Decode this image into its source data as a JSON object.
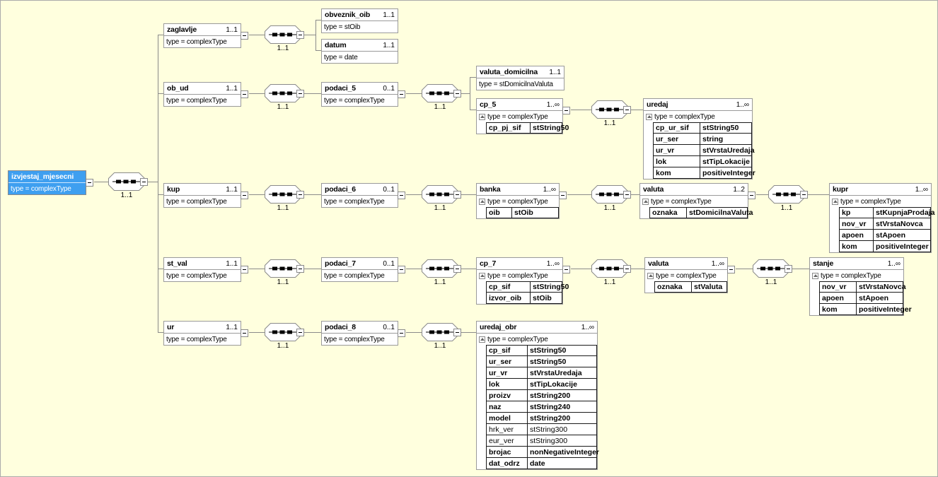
{
  "colors": {
    "background": "#FFFFDE",
    "selection_fill": "#3E9FF0",
    "box_border": "#9A9A9A",
    "table_border": "#1A1A1A",
    "connector_line": "#8A8A8A"
  },
  "nodes": {
    "root": {
      "name": "izvjestaj_mjesecni",
      "card": "",
      "type": "type = complexType",
      "selected": "true"
    },
    "zaglavlje": {
      "name": "zaglavlje",
      "card": "1..1",
      "type": "type = complexType"
    },
    "obveznik_oib": {
      "name": "obveznik_oib",
      "card": "1..1",
      "type": "type = stOib"
    },
    "datum": {
      "name": "datum",
      "card": "1..1",
      "type": "type = date"
    },
    "ob_ud": {
      "name": "ob_ud",
      "card": "1..1",
      "type": "type = complexType"
    },
    "podaci_5": {
      "name": "podaci_5",
      "card": "0..1",
      "type": "type = complexType"
    },
    "valuta_domicilna": {
      "name": "valuta_domicilna",
      "card": "1..1",
      "type": "type = stDomicilnaValuta"
    },
    "cp_5": {
      "name": "cp_5",
      "card": "1..∞",
      "type": "type = complexType",
      "attrs": [
        {
          "name": "cp_pj_sif",
          "type": "stString50"
        }
      ]
    },
    "uredaj": {
      "name": "uredaj",
      "card": "1..∞",
      "type": "type = complexType",
      "attrs": [
        {
          "name": "cp_ur_sif",
          "type": "stString50"
        },
        {
          "name": "ur_ser",
          "type": "string"
        },
        {
          "name": "ur_vr",
          "type": "stVrstaUredaja"
        },
        {
          "name": "lok",
          "type": "stTipLokacije"
        },
        {
          "name": "kom",
          "type": "positiveInteger"
        }
      ]
    },
    "kup": {
      "name": "kup",
      "card": "1..1",
      "type": "type = complexType"
    },
    "podaci_6": {
      "name": "podaci_6",
      "card": "0..1",
      "type": "type = complexType"
    },
    "banka": {
      "name": "banka",
      "card": "1..∞",
      "type": "type = complexType",
      "attrs": [
        {
          "name": "oib",
          "type": "stOib"
        }
      ]
    },
    "valuta_kup": {
      "name": "valuta",
      "card": "1..2",
      "type": "type = complexType",
      "attrs": [
        {
          "name": "oznaka",
          "type": "stDomicilnaValuta"
        }
      ]
    },
    "kupr": {
      "name": "kupr",
      "card": "1..∞",
      "type": "type = complexType",
      "attrs": [
        {
          "name": "kp",
          "type": "stKupnjaProdaja"
        },
        {
          "name": "nov_vr",
          "type": "stVrstaNovca"
        },
        {
          "name": "apoen",
          "type": "stApoen"
        },
        {
          "name": "kom",
          "type": "positiveInteger"
        }
      ]
    },
    "st_val": {
      "name": "st_val",
      "card": "1..1",
      "type": "type = complexType"
    },
    "podaci_7": {
      "name": "podaci_7",
      "card": "0..1",
      "type": "type = complexType"
    },
    "cp_7": {
      "name": "cp_7",
      "card": "1..∞",
      "type": "type = complexType",
      "attrs": [
        {
          "name": "cp_sif",
          "type": "stString50"
        },
        {
          "name": "izvor_oib",
          "type": "stOib"
        }
      ]
    },
    "valuta_st": {
      "name": "valuta",
      "card": "1..∞",
      "type": "type = complexType",
      "attrs": [
        {
          "name": "oznaka",
          "type": "stValuta"
        }
      ]
    },
    "stanje": {
      "name": "stanje",
      "card": "1..∞",
      "type": "type = complexType",
      "attrs": [
        {
          "name": "nov_vr",
          "type": "stVrstaNovca"
        },
        {
          "name": "apoen",
          "type": "stApoen"
        },
        {
          "name": "kom",
          "type": "positiveInteger"
        }
      ]
    },
    "ur": {
      "name": "ur",
      "card": "1..1",
      "type": "type = complexType"
    },
    "podaci_8": {
      "name": "podaci_8",
      "card": "0..1",
      "type": "type = complexType"
    },
    "uredaj_obr": {
      "name": "uredaj_obr",
      "card": "1..∞",
      "type": "type = complexType",
      "attrs": [
        {
          "name": "cp_sif",
          "type": "stString50"
        },
        {
          "name": "ur_ser",
          "type": "stString50"
        },
        {
          "name": "ur_vr",
          "type": "stVrstaUredaja"
        },
        {
          "name": "lok",
          "type": "stTipLokacije"
        },
        {
          "name": "proizv",
          "type": "stString200"
        },
        {
          "name": "naz",
          "type": "stString240"
        },
        {
          "name": "model",
          "type": "stString200"
        },
        {
          "name": "hrk_ver",
          "type": "stString300",
          "optional": "true"
        },
        {
          "name": "eur_ver",
          "type": "stString300",
          "optional": "true"
        },
        {
          "name": "brojac",
          "type": "nonNegativeInteger"
        },
        {
          "name": "dat_odrz",
          "type": "date"
        }
      ]
    }
  },
  "sequences": {
    "s1": "1..1",
    "s2": "1..1",
    "s3": "1..1",
    "s4": "1..1",
    "s5": "1..1",
    "s6": "1..1",
    "s7": "1..1",
    "s8": "1..1",
    "s9": "1..1",
    "s10": "1..1",
    "s11": "1..1",
    "s12": "1..1",
    "s13": "1..1",
    "s14": "1..1",
    "s15": "1..1"
  }
}
